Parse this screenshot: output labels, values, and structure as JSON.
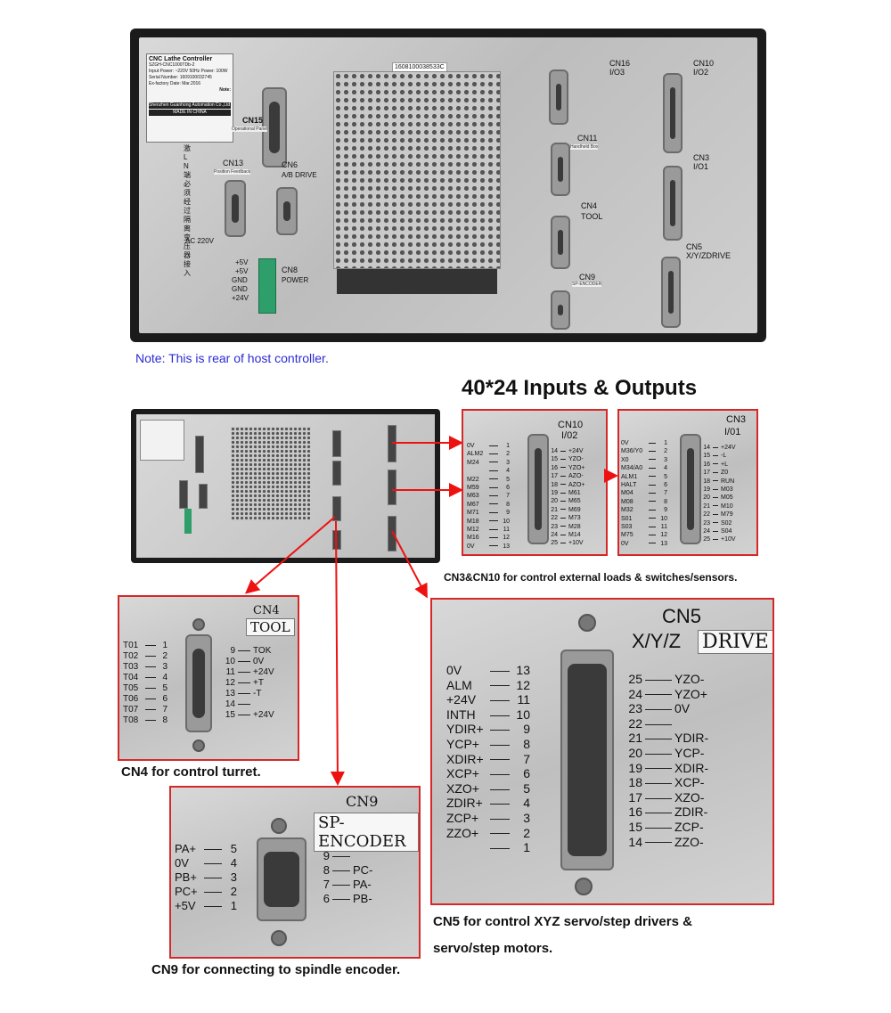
{
  "top": {
    "note": "Note: This is rear of host controller.",
    "nameplate": {
      "title": "CNC Lathe Controller",
      "model": "SZGH-CNC1000TDb-2",
      "input_power": "Input Power: ~220V 50Hz  Power: 100W",
      "serial": "Serial Number: 1609100032745",
      "ex_factory": "Ex-factory Date: Mar.2016",
      "note": "Note:",
      "company": "Shenzhen Guanhong Automation Co.,Ltd",
      "made_in": "MADE IN CHINA",
      "serial_sticker": "1608100038533C"
    },
    "labels": {
      "cn15": "CN15",
      "cn15_sub": "Operational Panel",
      "cn13": "CN13",
      "cn13_sub": "Position Feedback",
      "cn6": "CN6",
      "cn6_sub": "A/B DRIVE",
      "cn8": "CN8",
      "cn8_sub": "POWER",
      "cn16": "CN16",
      "cn16_sub": "I/O3",
      "cn10": "CN10",
      "cn10_sub": "I/O2",
      "cn11": "CN11",
      "cn11_sub": "Handheld Box",
      "cn3": "CN3",
      "cn3_sub": "I/O1",
      "cn4": "CN4",
      "cn4_sub": "TOOL",
      "cn5": "CN5",
      "cn5_sub": "X/Y/ZDRIVE",
      "cn9": "CN9",
      "cn9_sub": "SP-ENCODER",
      "chinese_note": "激 L N 端 必 须 经 过 隔 离 变 压 器 接 入",
      "ac220": "AC 220V",
      "power_pins": [
        "+5V",
        "+5V",
        "GND",
        "GND",
        "+24V"
      ]
    }
  },
  "heading": "40*24 Inputs & Outputs",
  "cn10": {
    "title": "CN10",
    "sub": "I/02",
    "left": [
      [
        "0V",
        "1"
      ],
      [
        "ALM2",
        "2"
      ],
      [
        "M24",
        "3"
      ],
      [
        "",
        "4"
      ],
      [
        "M22",
        "5"
      ],
      [
        "M59",
        "6"
      ],
      [
        "M63",
        "7"
      ],
      [
        "M67",
        "8"
      ],
      [
        "M71",
        "9"
      ],
      [
        "M18",
        "10"
      ],
      [
        "M12",
        "11"
      ],
      [
        "M16",
        "12"
      ],
      [
        "0V",
        "13"
      ]
    ],
    "right": [
      [
        "14",
        "+24V"
      ],
      [
        "15",
        "YZO-"
      ],
      [
        "16",
        "YZO+"
      ],
      [
        "17",
        "AZO-"
      ],
      [
        "18",
        "AZO+"
      ],
      [
        "19",
        "M61"
      ],
      [
        "20",
        "M65"
      ],
      [
        "21",
        "M69"
      ],
      [
        "22",
        "M73"
      ],
      [
        "23",
        "M28"
      ],
      [
        "24",
        "M14"
      ],
      [
        "25",
        "+10V"
      ]
    ]
  },
  "cn3": {
    "title": "CN3",
    "sub": "I/01",
    "left": [
      [
        "0V",
        "1"
      ],
      [
        "M36/Y0",
        "2"
      ],
      [
        "X0",
        "3"
      ],
      [
        "M34/A0",
        "4"
      ],
      [
        "ALM1",
        "5"
      ],
      [
        "HALT",
        "6"
      ],
      [
        "M04",
        "7"
      ],
      [
        "M08",
        "8"
      ],
      [
        "M32",
        "9"
      ],
      [
        "S01",
        "10"
      ],
      [
        "S03",
        "11"
      ],
      [
        "M75",
        "12"
      ],
      [
        "0V",
        "13"
      ]
    ],
    "right": [
      [
        "14",
        "+24V"
      ],
      [
        "15",
        "-L"
      ],
      [
        "16",
        "+L"
      ],
      [
        "17",
        "Z0"
      ],
      [
        "18",
        "RUN"
      ],
      [
        "19",
        "M03"
      ],
      [
        "20",
        "M05"
      ],
      [
        "21",
        "M10"
      ],
      [
        "22",
        "M79"
      ],
      [
        "23",
        "S02"
      ],
      [
        "24",
        "S04"
      ],
      [
        "25",
        "+10V"
      ]
    ]
  },
  "cn3_cn10_caption": "CN3&CN10 for control external loads & switches/sensors.",
  "cn4": {
    "title": "CN4",
    "sub": "TOOL",
    "left": [
      [
        "T01",
        "1"
      ],
      [
        "T02",
        "2"
      ],
      [
        "T03",
        "3"
      ],
      [
        "T04",
        "4"
      ],
      [
        "T05",
        "5"
      ],
      [
        "T06",
        "6"
      ],
      [
        "T07",
        "7"
      ],
      [
        "T08",
        "8"
      ]
    ],
    "right": [
      [
        "9",
        "TOK"
      ],
      [
        "10",
        "0V"
      ],
      [
        "11",
        "+24V"
      ],
      [
        "12",
        "+T"
      ],
      [
        "13",
        "-T"
      ],
      [
        "14",
        ""
      ],
      [
        "15",
        "+24V"
      ]
    ],
    "caption": "CN4 for control turret."
  },
  "cn5": {
    "title": "CN5",
    "sub_prefix": "X/Y/Z",
    "sub": "DRIVE",
    "left": [
      [
        "0V",
        "13"
      ],
      [
        "ALM",
        "12"
      ],
      [
        "+24V",
        "11"
      ],
      [
        "INTH",
        "10"
      ],
      [
        "YDIR+",
        "9"
      ],
      [
        "YCP+",
        "8"
      ],
      [
        "XDIR+",
        "7"
      ],
      [
        "XCP+",
        "6"
      ],
      [
        "XZO+",
        "5"
      ],
      [
        "ZDIR+",
        "4"
      ],
      [
        "ZCP+",
        "3"
      ],
      [
        "ZZO+",
        "2"
      ],
      [
        "",
        "1"
      ]
    ],
    "right": [
      [
        "25",
        "YZO-"
      ],
      [
        "24",
        "YZO+"
      ],
      [
        "23",
        "0V"
      ],
      [
        "22",
        ""
      ],
      [
        "21",
        "YDIR-"
      ],
      [
        "20",
        "YCP-"
      ],
      [
        "19",
        "XDIR-"
      ],
      [
        "18",
        "XCP-"
      ],
      [
        "17",
        "XZO-"
      ],
      [
        "16",
        "ZDIR-"
      ],
      [
        "15",
        "ZCP-"
      ],
      [
        "14",
        "ZZO-"
      ]
    ],
    "caption_line1": "CN5 for control XYZ servo/step drivers &",
    "caption_line2": "servo/step motors."
  },
  "cn9": {
    "title": "CN9",
    "sub": "SP-ENCODER",
    "left": [
      [
        "PA+",
        "5"
      ],
      [
        "0V",
        "4"
      ],
      [
        "PB+",
        "3"
      ],
      [
        "PC+",
        "2"
      ],
      [
        "+5V",
        "1"
      ]
    ],
    "right": [
      [
        "9",
        ""
      ],
      [
        "8",
        "PC-"
      ],
      [
        "7",
        "PA-"
      ],
      [
        "6",
        "PB-"
      ]
    ],
    "caption": "CN9 for connecting to spindle encoder."
  },
  "colors": {
    "accent_red": "#d62828",
    "note_blue": "#2b2bd6"
  }
}
